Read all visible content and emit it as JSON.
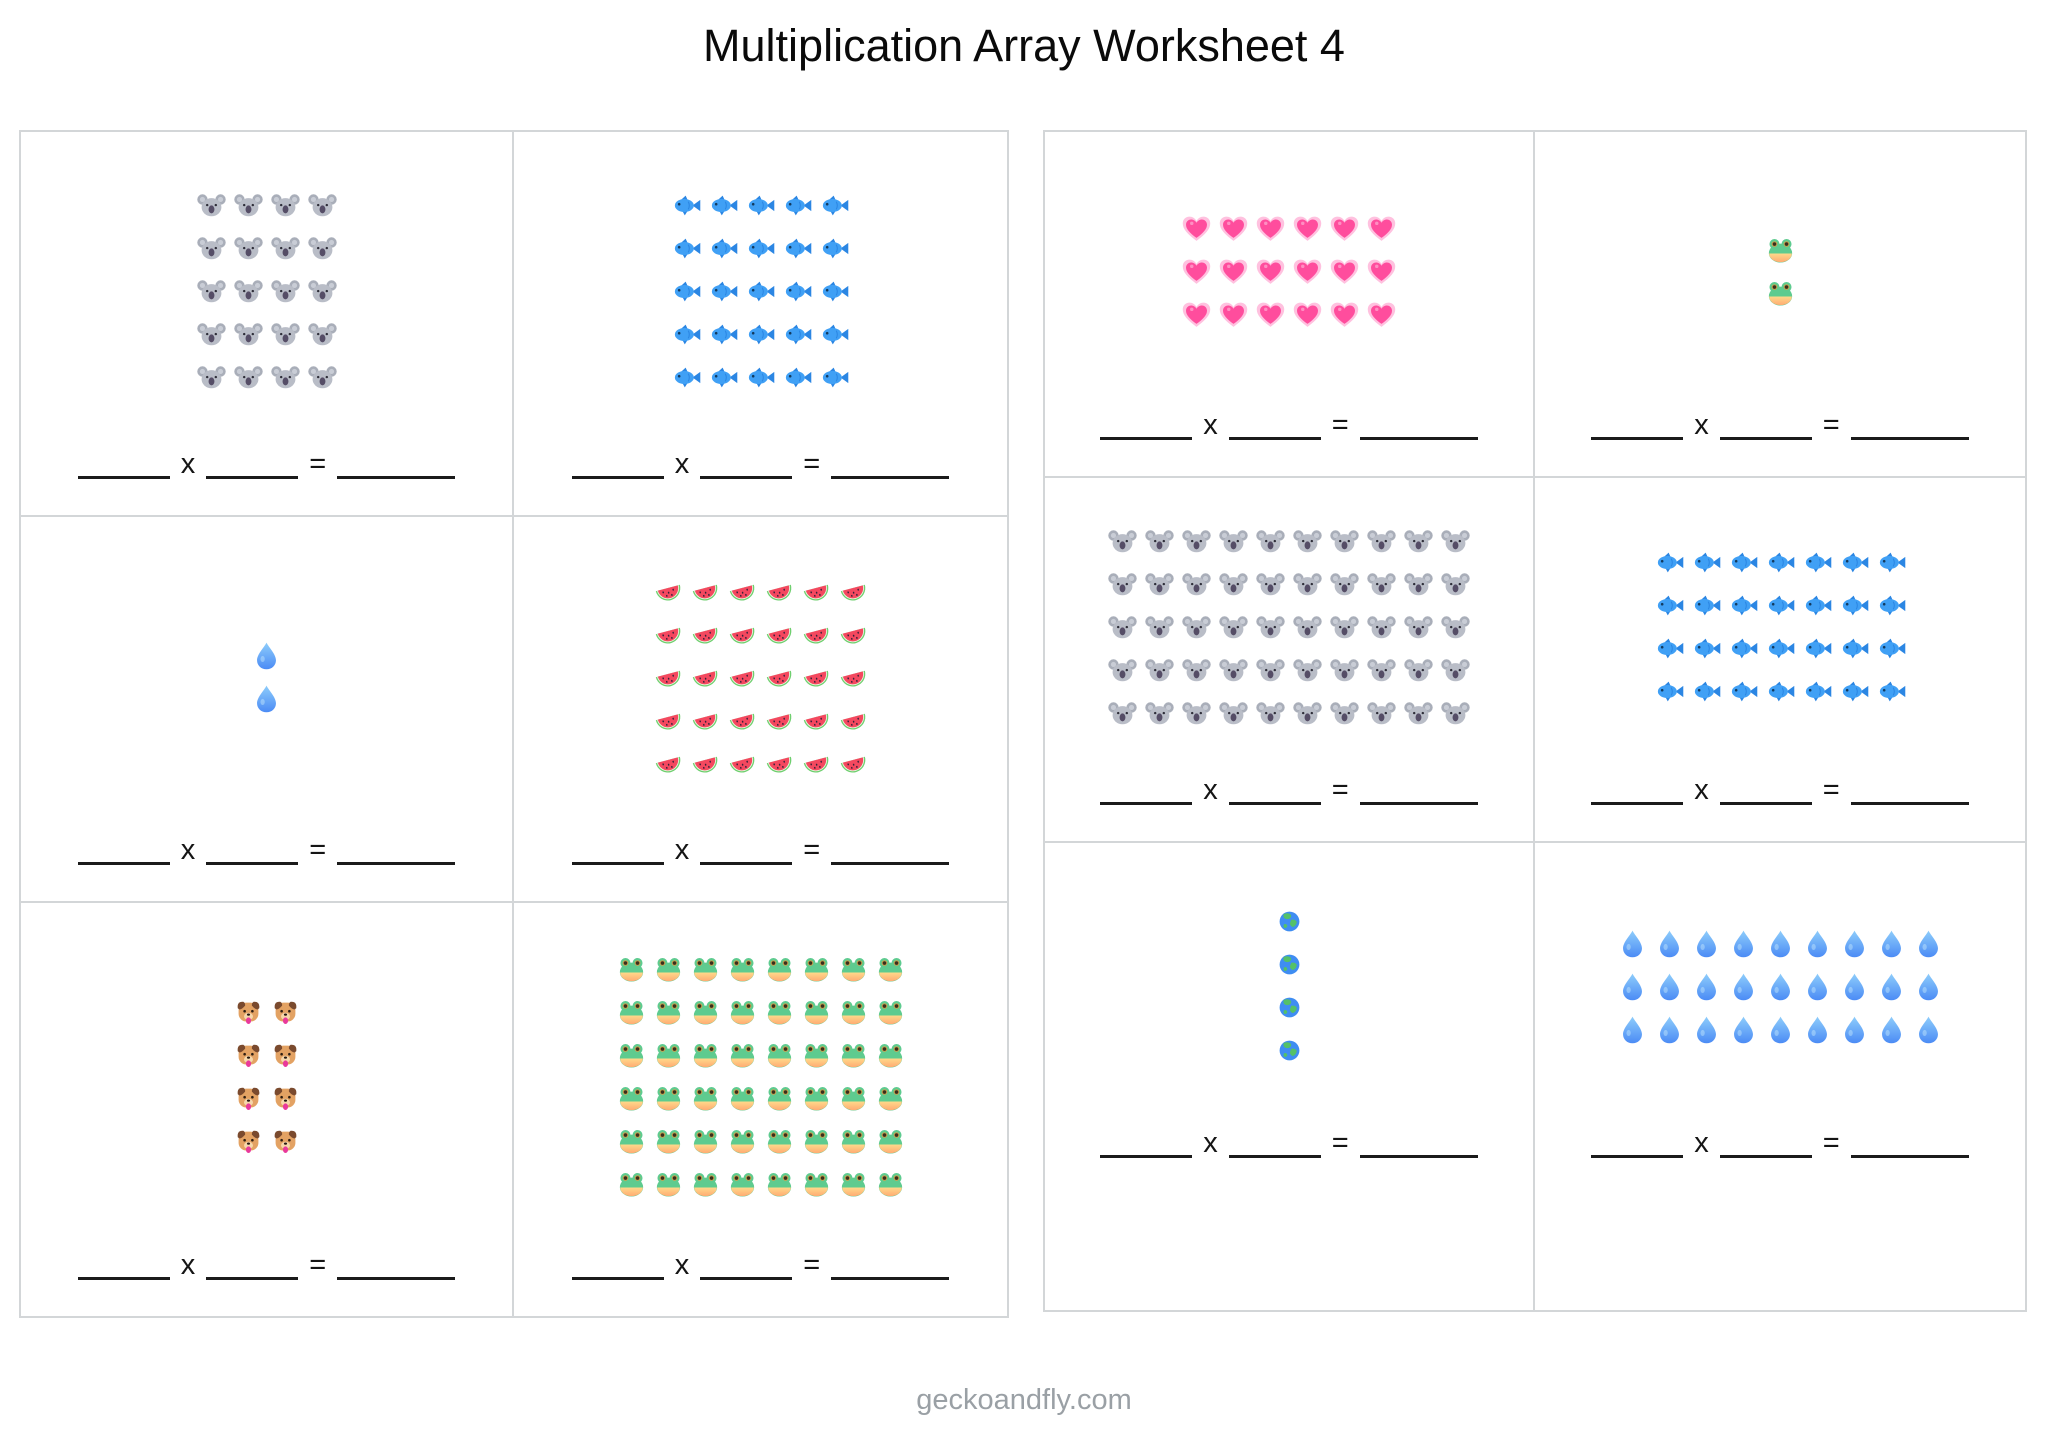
{
  "page": {
    "title": "Multiplication Array Worksheet 4",
    "footer": "geckoandfly.com"
  },
  "equation": {
    "multiply_symbol": "x",
    "equals_symbol": "="
  },
  "colors": {
    "panel_border": "#d3d6d8",
    "blank_line": "#1b1b1b",
    "footer_text": "#9aa0a5",
    "title_text": "#0a0a0a"
  },
  "icon_legend": {
    "koala": "koala-icon",
    "fish": "fish-icon",
    "droplet": "droplet-icon",
    "watermelon": "watermelon-icon",
    "dog": "dog-icon",
    "frog": "frog-icon",
    "heart": "heart-icon",
    "earth": "earth-icon"
  },
  "worksheet": {
    "left_panel": {
      "cells": [
        {
          "array": {
            "emoji": "koala",
            "columns": 4,
            "rows": 5
          }
        },
        {
          "array": {
            "emoji": "fish",
            "columns": 5,
            "rows": 5
          }
        },
        {
          "array": {
            "emoji": "droplet",
            "columns": 1,
            "rows": 2
          }
        },
        {
          "array": {
            "emoji": "watermelon",
            "columns": 6,
            "rows": 5
          }
        },
        {
          "array": {
            "emoji": "dog",
            "columns": 2,
            "rows": 4
          }
        },
        {
          "array": {
            "emoji": "frog",
            "columns": 8,
            "rows": 6
          }
        }
      ]
    },
    "right_panel": {
      "cells": [
        {
          "array": {
            "emoji": "heart",
            "columns": 6,
            "rows": 3
          }
        },
        {
          "array": {
            "emoji": "frog",
            "columns": 1,
            "rows": 2
          }
        },
        {
          "array": {
            "emoji": "koala",
            "columns": 10,
            "rows": 5
          }
        },
        {
          "array": {
            "emoji": "fish",
            "columns": 7,
            "rows": 4
          }
        },
        {
          "array": {
            "emoji": "earth",
            "columns": 1,
            "rows": 4
          }
        },
        {
          "array": {
            "emoji": "droplet",
            "columns": 9,
            "rows": 3
          }
        }
      ]
    }
  }
}
